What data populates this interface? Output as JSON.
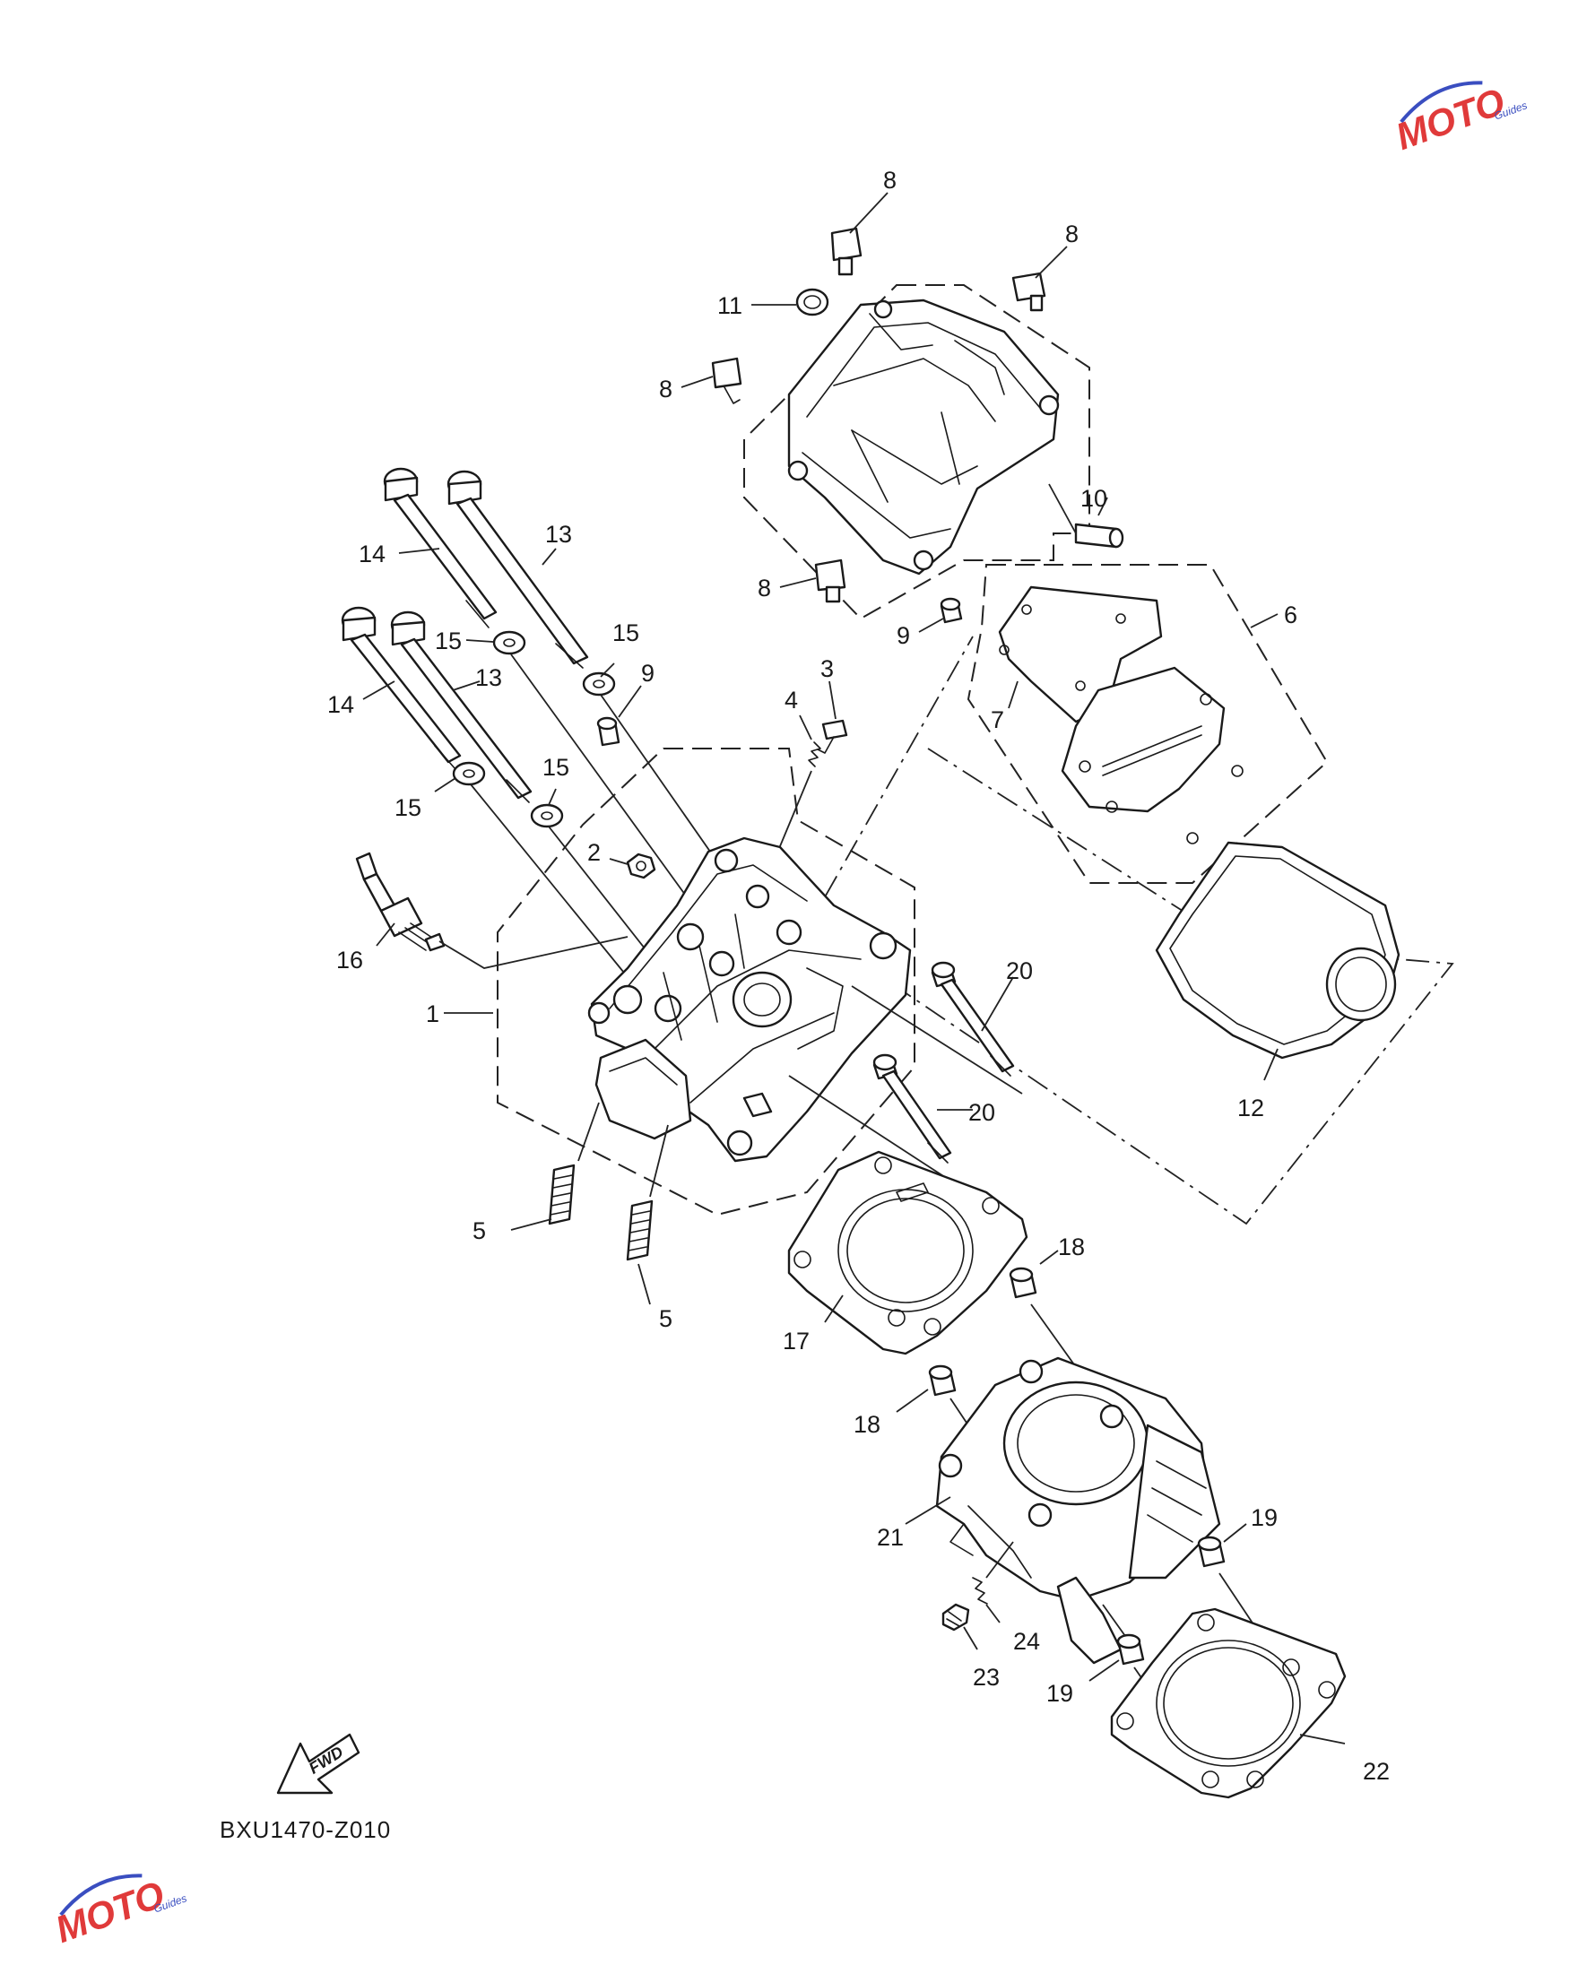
{
  "diagram": {
    "code": "BXU1470-Z010",
    "fwd_label": "FWD",
    "callouts": [
      "1",
      "2",
      "3",
      "4",
      "5",
      "5",
      "6",
      "7",
      "8",
      "8",
      "8",
      "8",
      "9",
      "9",
      "10",
      "11",
      "12",
      "13",
      "13",
      "14",
      "14",
      "15",
      "15",
      "15",
      "15",
      "16",
      "17",
      "18",
      "18",
      "19",
      "19",
      "20",
      "20",
      "21",
      "22",
      "23",
      "24"
    ]
  },
  "watermark": {
    "text": "MOTO",
    "sub": "Guides",
    "colors": {
      "primary": "#e03a3a",
      "secondary": "#3a4ec0"
    }
  }
}
